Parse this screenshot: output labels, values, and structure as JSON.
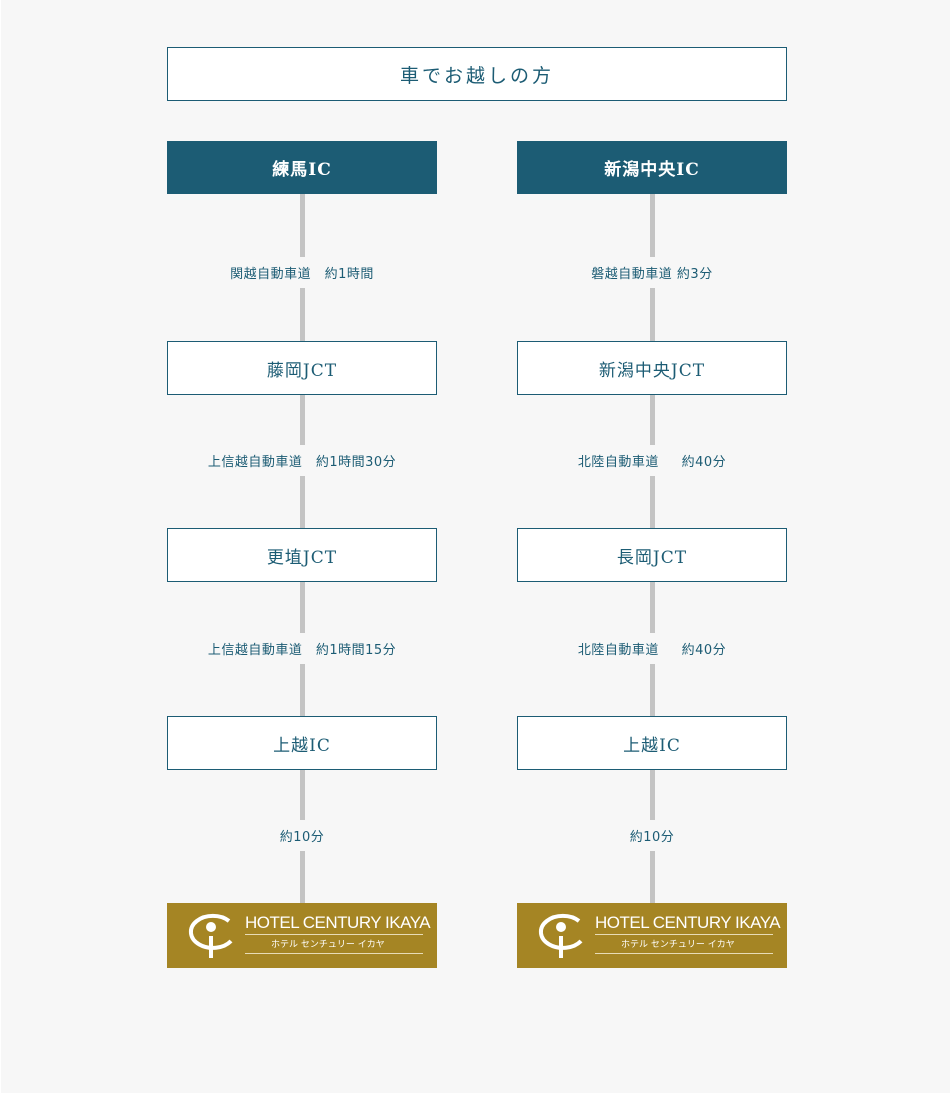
{
  "title": "車でお越しの方",
  "colors": {
    "accent": "#1c5c74",
    "gold": "#a58524",
    "line": "#c4c4c4"
  },
  "routes": [
    {
      "start": "練馬IC",
      "steps": [
        {
          "segment": "関越自動車道　約1時間",
          "node": "藤岡JCT"
        },
        {
          "segment": "上信越自動車道　約1時間30分",
          "node": "更埴JCT"
        },
        {
          "segment": "上信越自動車道　約1時間15分",
          "node": "上越IC"
        }
      ],
      "final_segment": "約10分",
      "destination": {
        "name_en": "HOTEL CENTURY IKAYA",
        "name_jp": "ホテル センチュリー イカヤ"
      }
    },
    {
      "start": "新潟中央IC",
      "steps": [
        {
          "segment": "磐越自動車道 約3分",
          "node": "新潟中央JCT"
        },
        {
          "segment": "北陸自動車道　  約40分",
          "node": "長岡JCT"
        },
        {
          "segment": "北陸自動車道　  約40分",
          "node": "上越IC"
        }
      ],
      "final_segment": "約10分",
      "destination": {
        "name_en": "HOTEL CENTURY IKAYA",
        "name_jp": "ホテル センチュリー イカヤ"
      }
    }
  ]
}
